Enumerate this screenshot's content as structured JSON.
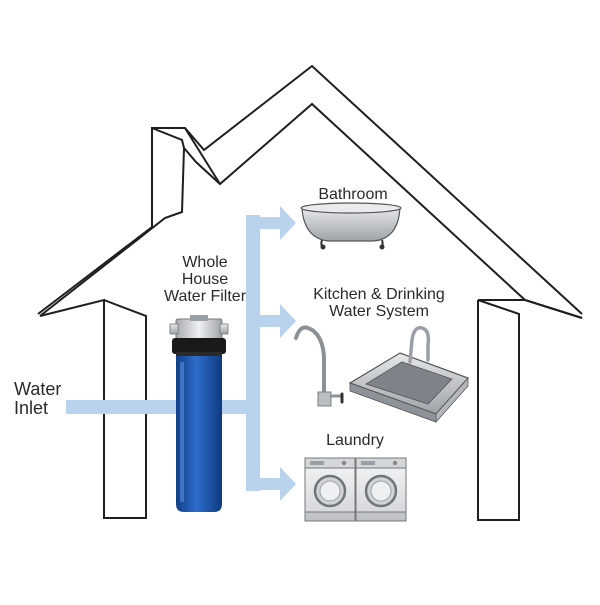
{
  "colors": {
    "house_outline": "#1f1f1f",
    "flow_arrow": "#b9d3ee",
    "filter_housing": "#1f5ab3",
    "filter_cap": "#1a1a1a",
    "label_text": "#2a2a2a"
  },
  "labels": {
    "filter": [
      "Whole",
      "House",
      "Water Filter"
    ],
    "inlet": [
      "Water",
      "Inlet"
    ],
    "bathroom": "Bathroom",
    "kitchen": [
      "Kitchen & Drinking",
      "Water System"
    ],
    "laundry": "Laundry"
  },
  "icons": {
    "filter": "water-filter-icon",
    "bathtub": "bathtub-icon",
    "faucet": "drinking-faucet-icon",
    "sink": "kitchen-sink-icon",
    "washer": "washing-machine-icon"
  }
}
